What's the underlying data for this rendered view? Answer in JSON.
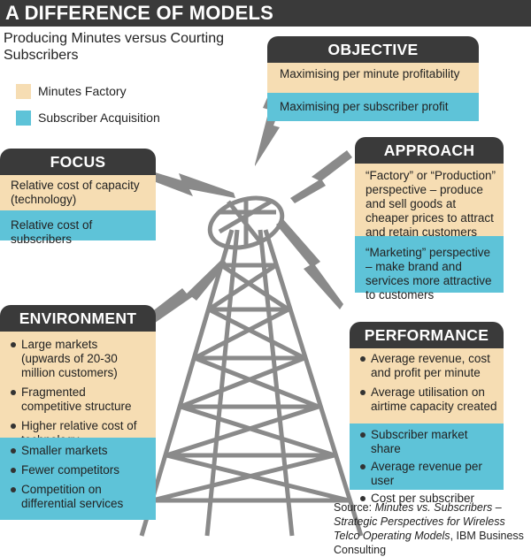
{
  "title": "A DIFFERENCE OF MODELS",
  "subtitle": "Producing Minutes versus Courting Subscribers",
  "legend": [
    {
      "label": "Minutes Factory",
      "color": "#f6ddb3"
    },
    {
      "label": "Subscriber Acquisition",
      "color": "#5ec3d8"
    }
  ],
  "objective": {
    "heading": "OBJECTIVE",
    "minutes": "Maximising per minute profitability",
    "subscriber": "Maximising per subscriber profit"
  },
  "approach": {
    "heading": "APPROACH",
    "minutes": "“Factory” or “Production” perspective – produce and sell goods at cheaper prices to attract and retain customers",
    "subscriber": "“Marketing” perspective – make brand and services more attractive to customers"
  },
  "focus": {
    "heading": "FOCUS",
    "minutes": "Relative cost of capacity (technology)",
    "subscriber": "Relative cost of subscribers"
  },
  "environment": {
    "heading": "ENVIRONMENT",
    "minutes": [
      "Large markets (upwards of 20-30 million customers)",
      "Fragmented competitive structure",
      "Higher relative cost of technology"
    ],
    "subscriber": [
      "Smaller markets",
      "Fewer competitors",
      "Competition on differential services"
    ]
  },
  "performance": {
    "heading": "PERFORMANCE",
    "minutes": [
      "Average revenue, cost and profit per minute",
      "Average utilisation on airtime capacity created"
    ],
    "subscriber": [
      "Subscriber market share",
      "Average revenue per user",
      "Cost per subscriber"
    ]
  },
  "source": {
    "prefix": "Source: ",
    "title": "Minutes vs. Subscribers – Strategic Perspectives for Wireless Telco Operating Models",
    "suffix": ", IBM Business Consulting"
  },
  "colors": {
    "dark": "#3a3a3a",
    "tan": "#f6ddb3",
    "cyan": "#5ec3d8",
    "tower": "#8a8a8a"
  }
}
